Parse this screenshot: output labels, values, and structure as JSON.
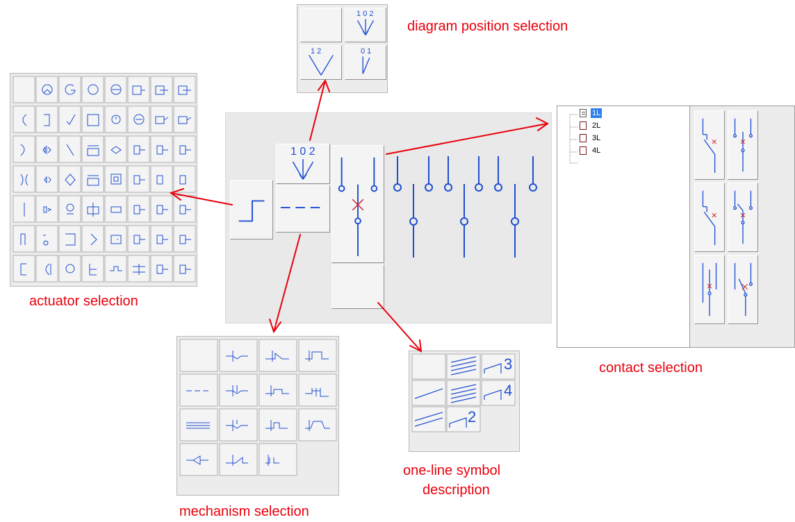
{
  "captions": {
    "diagram_position": "diagram position selection",
    "actuator": "actuator selection",
    "contact": "contact selection",
    "mechanism": "mechanism selection",
    "one_line_1": "one-line symbol",
    "one_line_2": "description"
  },
  "diagram_position": {
    "cell_2_label": "1 0 2",
    "cell_3_label": "1    2",
    "cell_4_label": "0 1"
  },
  "center": {
    "position_label": "1 0 2"
  },
  "contact_tree": {
    "items": [
      "1L",
      "2L",
      "3L",
      "4L"
    ],
    "selected": "1L"
  },
  "one_line": {
    "labels": [
      "3",
      "4",
      "2"
    ]
  },
  "colors": {
    "symbol": "#1f4fd1",
    "arrow": "#e8000b",
    "cross": "#d0202a",
    "selection": "#2f7fe8"
  }
}
